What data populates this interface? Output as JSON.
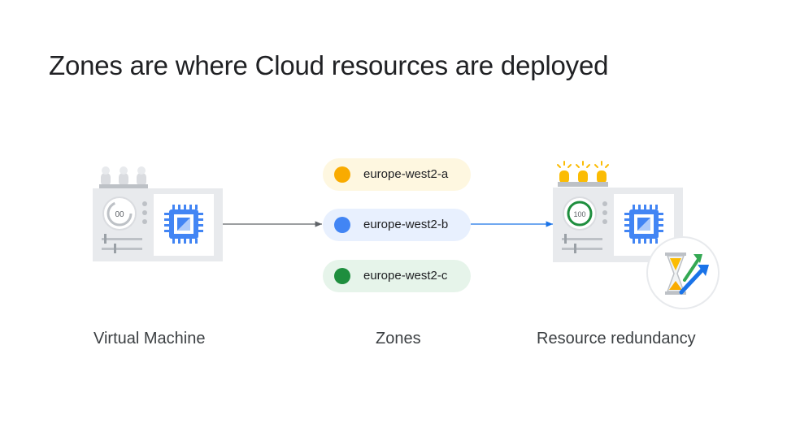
{
  "slide": {
    "title": "Zones are where Cloud resources are deployed"
  },
  "zones": [
    {
      "label": "europe-west2-a",
      "dot_color": "#f9ab00",
      "pill_color": "#fef7e0"
    },
    {
      "label": "europe-west2-b",
      "dot_color": "#4285f4",
      "pill_color": "#e8f0fe"
    },
    {
      "label": "europe-west2-c",
      "dot_color": "#1e8e3e",
      "pill_color": "#e6f4ea"
    }
  ],
  "captions": {
    "left": "Virtual Machine",
    "center": "Zones",
    "right": "Resource redundancy"
  },
  "vm_left": {
    "gauge_text": "00"
  },
  "vm_right": {
    "gauge_text": "100"
  },
  "colors": {
    "arrow_left": "#5f6368",
    "arrow_right": "#1a73e8",
    "vm_body": "#e8eaed",
    "chip_blue": "#4285f4",
    "bulb_gray": "#dadce0",
    "bulb_yellow": "#fbbc04"
  }
}
